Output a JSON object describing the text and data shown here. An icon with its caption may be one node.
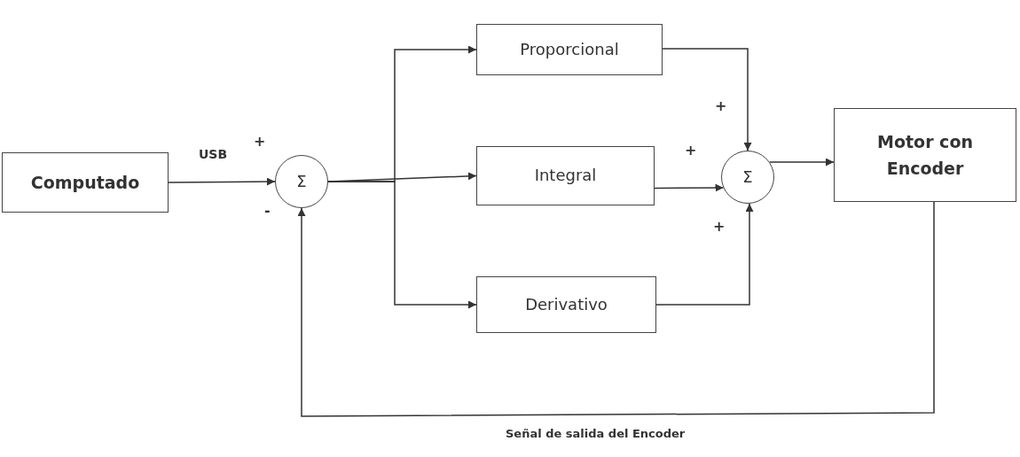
{
  "diagram": {
    "nodes": [
      {
        "text": [
          "Computado"
        ]
      },
      {
        "text": [
          "Σ"
        ]
      },
      {
        "text": [
          "Proporcional"
        ]
      },
      {
        "text": [
          "Integral"
        ]
      },
      {
        "text": [
          "Derivativo"
        ]
      },
      {
        "text": [
          "Σ"
        ]
      },
      {
        "text": [
          "Motor con Encoder"
        ]
      }
    ],
    "edges": [
      {
        "from": 0,
        "to": 1,
        "arrow": "to",
        "label": "USB"
      },
      {
        "from": 1,
        "to": 2,
        "arrow": "to"
      },
      {
        "from": 1,
        "to": 3,
        "arrow": "to"
      },
      {
        "from": 1,
        "to": 4,
        "arrow": "to"
      },
      {
        "from": 2,
        "to": 5,
        "arrow": "to"
      },
      {
        "from": 3,
        "to": 5,
        "arrow": "to"
      },
      {
        "from": 4,
        "to": 5,
        "arrow": "to"
      },
      {
        "from": 5,
        "to": 6,
        "arrow": "to"
      },
      {
        "from": 6,
        "to": 1,
        "arrow": "to",
        "label": "Señal de salida del Encoder"
      }
    ],
    "labels": [
      "+",
      "+",
      "+",
      "-",
      "+"
    ]
  }
}
